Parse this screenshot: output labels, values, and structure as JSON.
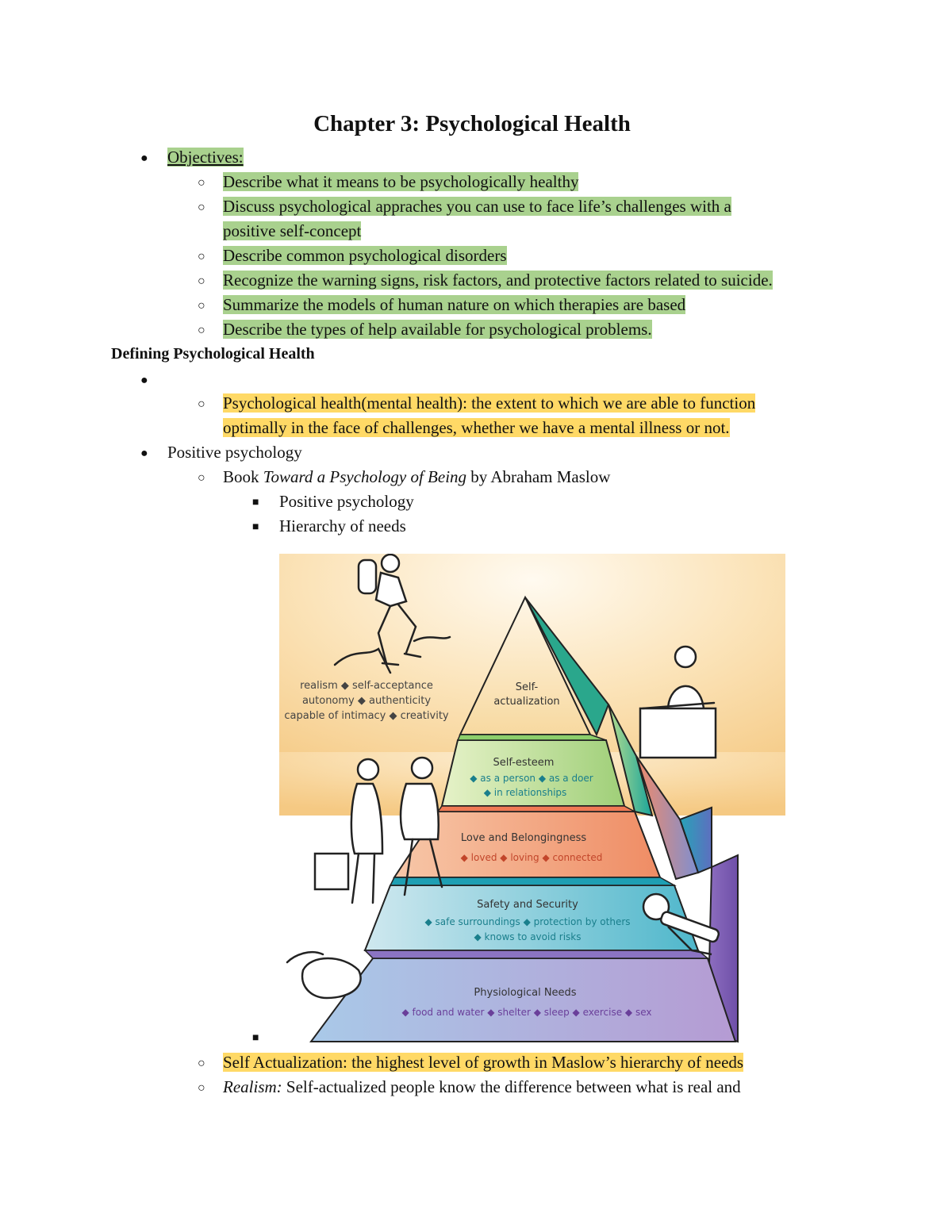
{
  "title": "Chapter 3: Psychological Health",
  "objectives": {
    "label": "Objectives:",
    "items": [
      "Describe what it means to be psychologically healthy",
      "Discuss psychological appraches you can use to face life’s challenges with a",
      "positive self-concept",
      "Describe common psychological disorders",
      "Recognize the warning signs, risk factors, and protective factors related to suicide.",
      "Summarize the models of human nature on which therapies are based",
      "Describe the types of help available for psychological problems."
    ]
  },
  "section": {
    "heading": "Defining Psychological Health",
    "definition_line1": "Psychological health(mental health): the extent to which we are able to function",
    "definition_line2": "optimally in the face of challenges, whether we have a mental illness or not.",
    "positive_psychology": "Positive psychology",
    "book_prefix": "Book ",
    "book_title": "Toward a Psychology of Being",
    "book_suffix": " by Abraham Maslow",
    "sub_items": [
      "Positive psychology",
      "Hierarchy of needs"
    ]
  },
  "pyramid": {
    "self_actualization": {
      "name_line1": "Self-",
      "name_line2": "actualization",
      "traits_line1": "realism ◆ self-acceptance",
      "traits_line2": "autonomy ◆ authenticity",
      "traits_line3": "capable of intimacy ◆ creativity"
    },
    "self_esteem": {
      "name": "Self-esteem",
      "line1": "◆ as a person ◆ as a doer",
      "line2": "◆ in relationships"
    },
    "love": {
      "name": "Love and Belongingness",
      "line1": "◆ loved ◆ loving ◆ connected"
    },
    "safety": {
      "name": "Safety and Security",
      "line1": "◆ safe surroundings ◆ protection by others",
      "line2": "◆ knows to avoid risks"
    },
    "physiological": {
      "name": "Physiological Needs",
      "line1": "◆ food and water ◆ shelter ◆ sleep ◆ exercise ◆ sex"
    },
    "colors": {
      "top": "#f7d9a0",
      "esteem": "#a9d18e",
      "love": "#f0966a",
      "safety": "#6fc3d6",
      "physio": "#b9a6d6"
    }
  },
  "after": {
    "self_actualization": "Self Actualization: the highest level of growth in Maslow’s hierarchy of needs",
    "realism_label": "Realism:",
    "realism_text": " Self-actualized people know the difference between what is real and"
  }
}
